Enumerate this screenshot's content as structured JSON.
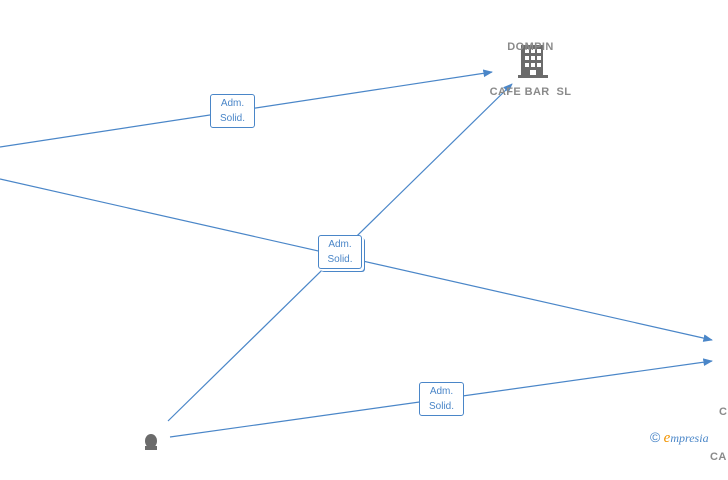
{
  "nodes": {
    "company_top": {
      "line1": "DOMPIN",
      "line2": "CAFE BAR  SL",
      "icon": "building-icon"
    },
    "company_right": {
      "line1": "C",
      "line2": "CA",
      "icon": "building-icon"
    },
    "person": {
      "icon": "person-icon"
    }
  },
  "edges": [
    {
      "label_line1": "Adm.",
      "label_line2": "Solid."
    },
    {
      "label_line1": "Adm.",
      "label_line2": "Solid."
    },
    {
      "label_line1": "Adm.",
      "label_line2": "Solid."
    }
  ],
  "branding": {
    "copyright": "©",
    "e": "e",
    "name": "mpresia"
  },
  "colors": {
    "edge": "#4a86c8",
    "node_label": "#8a8a8a",
    "icon": "#6b6b6b",
    "brand_accent": "#f29400"
  }
}
